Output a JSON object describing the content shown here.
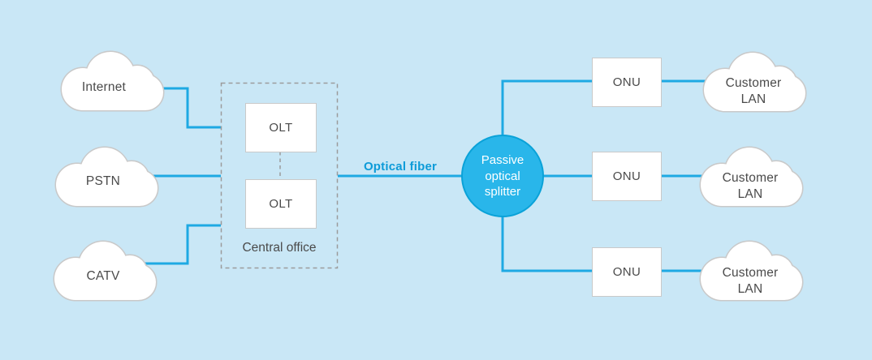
{
  "diagram_type": "passive-optical-network-diagram",
  "colors": {
    "background": "#c9e7f6",
    "connector_line": "#1ea9e3",
    "splitter_fill": "#29b6ea",
    "splitter_border": "#0aa2d8",
    "fiber_label_text": "#0d9bd8",
    "node_text": "#4a4a4a",
    "node_fill": "#ffffff",
    "node_border": "#c9c9c9",
    "dashed_border": "#9b9b9b"
  },
  "nodes": {
    "internet": {
      "label": "Internet"
    },
    "pstn": {
      "label": "PSTN"
    },
    "catv": {
      "label": "CATV"
    },
    "central_office": {
      "label": "Central office"
    },
    "olt_top": {
      "label": "OLT"
    },
    "olt_bottom": {
      "label": "OLT"
    },
    "optical_fiber": {
      "label": "Optical fiber"
    },
    "splitter": {
      "line1": "Passive",
      "line2": "optical",
      "line3": "splitter"
    },
    "onu_top": {
      "label": "ONU"
    },
    "onu_middle": {
      "label": "ONU"
    },
    "onu_bottom": {
      "label": "ONU"
    },
    "customer_lan_top": {
      "line1": "Customer",
      "line2": "LAN"
    },
    "customer_lan_middle": {
      "line1": "Customer",
      "line2": "LAN"
    },
    "customer_lan_bottom": {
      "line1": "Customer",
      "line2": "LAN"
    }
  }
}
